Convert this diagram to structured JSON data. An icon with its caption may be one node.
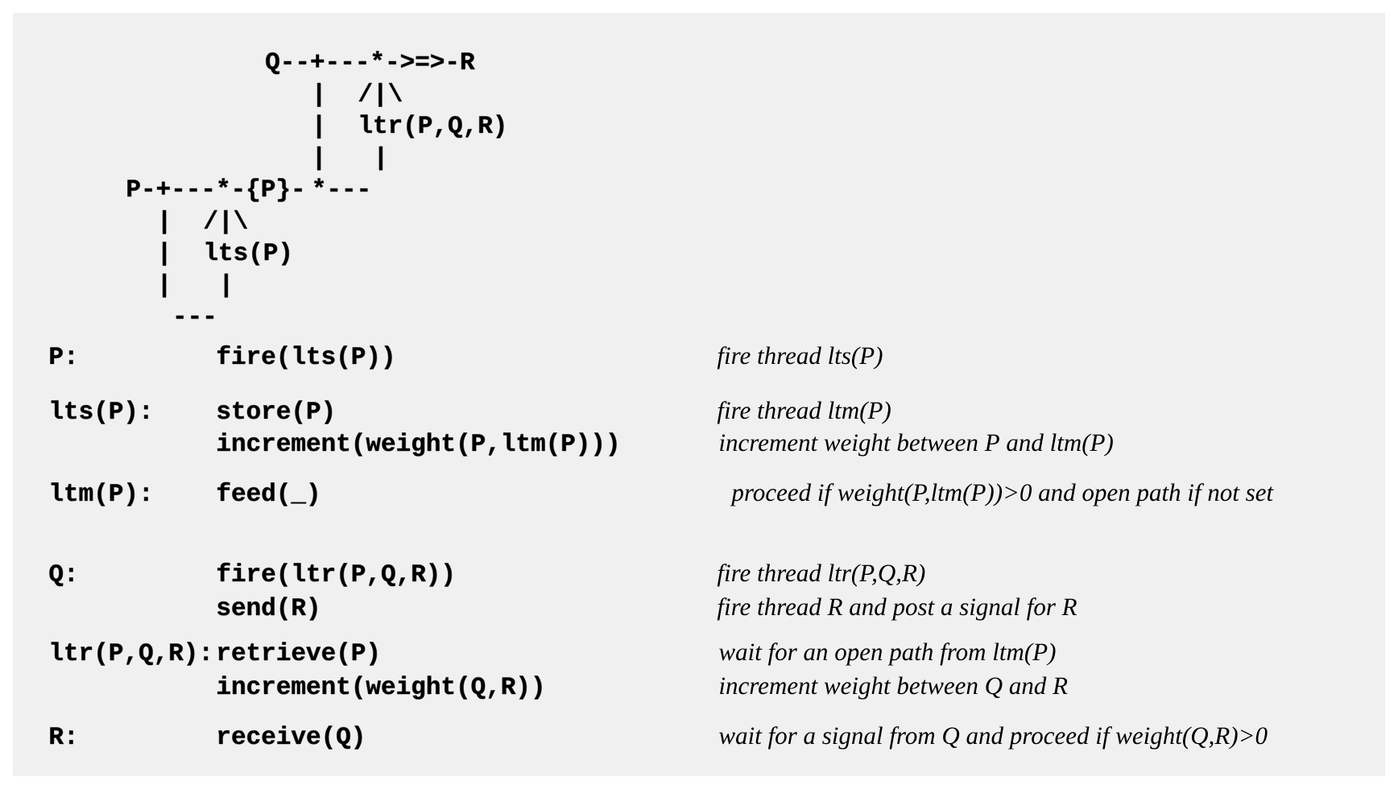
{
  "diagram": {
    "labels": [
      "Q--+---*->=>-R",
      "|",
      "/|\\",
      "|",
      "ltr(P,Q,R)",
      "|",
      "|",
      "P-+---*-{P}-",
      "*---",
      "|",
      "/|\\",
      "|",
      "lts(P)",
      "|",
      "|",
      "---",
      "P:",
      "fire(lts(P))",
      "fire thread lts(P)",
      "lts(P):",
      "store(P)",
      "fire thread ltm(P)",
      "increment(weight(P,ltm(P)))",
      "increment weight between P and ltm(P)",
      "ltm(P):",
      "feed(_)",
      "proceed if weight(P,ltm(P))>0 and open path if not set",
      "Q:",
      "fire(ltr(P,Q,R))",
      "fire thread ltr(P,Q,R)",
      "send(R)",
      "fire thread R and post a signal for R",
      "ltr(P,Q,R):",
      "retrieve(P)",
      "wait for an open path from ltm(P)",
      "increment(weight(Q,R))",
      "increment weight between Q and R",
      "R:",
      "receive(Q)",
      "wait for a signal from Q and proceed if weight(Q,R)>0"
    ]
  }
}
